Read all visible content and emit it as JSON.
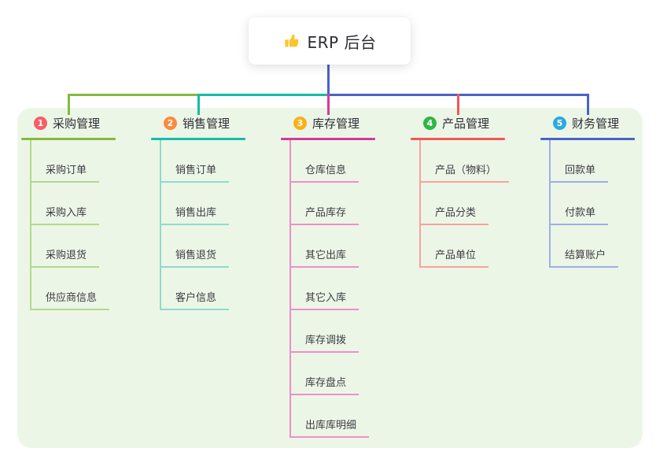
{
  "app": {
    "title": "ERP 后台",
    "title_icon": "thumbs-up-icon",
    "icon_color": "#fdc52c"
  },
  "colors": {
    "panel_bg": "#ecf6e7",
    "root_stem": "#4a63c4",
    "text_dark": "#2c2c34",
    "text_child": "#3c3c42"
  },
  "connectors": {
    "bus_segment_colors": [
      "#85ba3f",
      "#14bda6",
      "#4a63c4"
    ]
  },
  "branches": [
    {
      "badge": "1",
      "label": "采购管理",
      "badge_color": "#f85e65",
      "line_color": "#85ba3f",
      "child_line_color": "#b3d88b",
      "children": [
        "采购订单",
        "采购入库",
        "采购退货",
        "供应商信息"
      ]
    },
    {
      "badge": "2",
      "label": "销售管理",
      "badge_color": "#fa8b3d",
      "line_color": "#14bda6",
      "child_line_color": "#8cdccb",
      "children": [
        "销售订单",
        "销售出库",
        "销售退货",
        "客户信息"
      ]
    },
    {
      "badge": "3",
      "label": "库存管理",
      "badge_color": "#fbb018",
      "line_color": "#d63a9d",
      "child_line_color": "#ee8fc9",
      "children": [
        "仓库信息",
        "产品库存",
        "其它出库",
        "其它入库",
        "库存调拨",
        "库存盘点",
        "出库库明细"
      ]
    },
    {
      "badge": "4",
      "label": "产品管理",
      "badge_color": "#33b348",
      "line_color": "#f15853",
      "child_line_color": "#f9a29e",
      "children": [
        "产品（物料）",
        "产品分类",
        "产品单位"
      ]
    },
    {
      "badge": "5",
      "label": "财务管理",
      "badge_color": "#2ca9e0",
      "line_color": "#4a63c4",
      "child_line_color": "#9fade6",
      "children": [
        "回款单",
        "付款单",
        "结算账户"
      ]
    }
  ]
}
